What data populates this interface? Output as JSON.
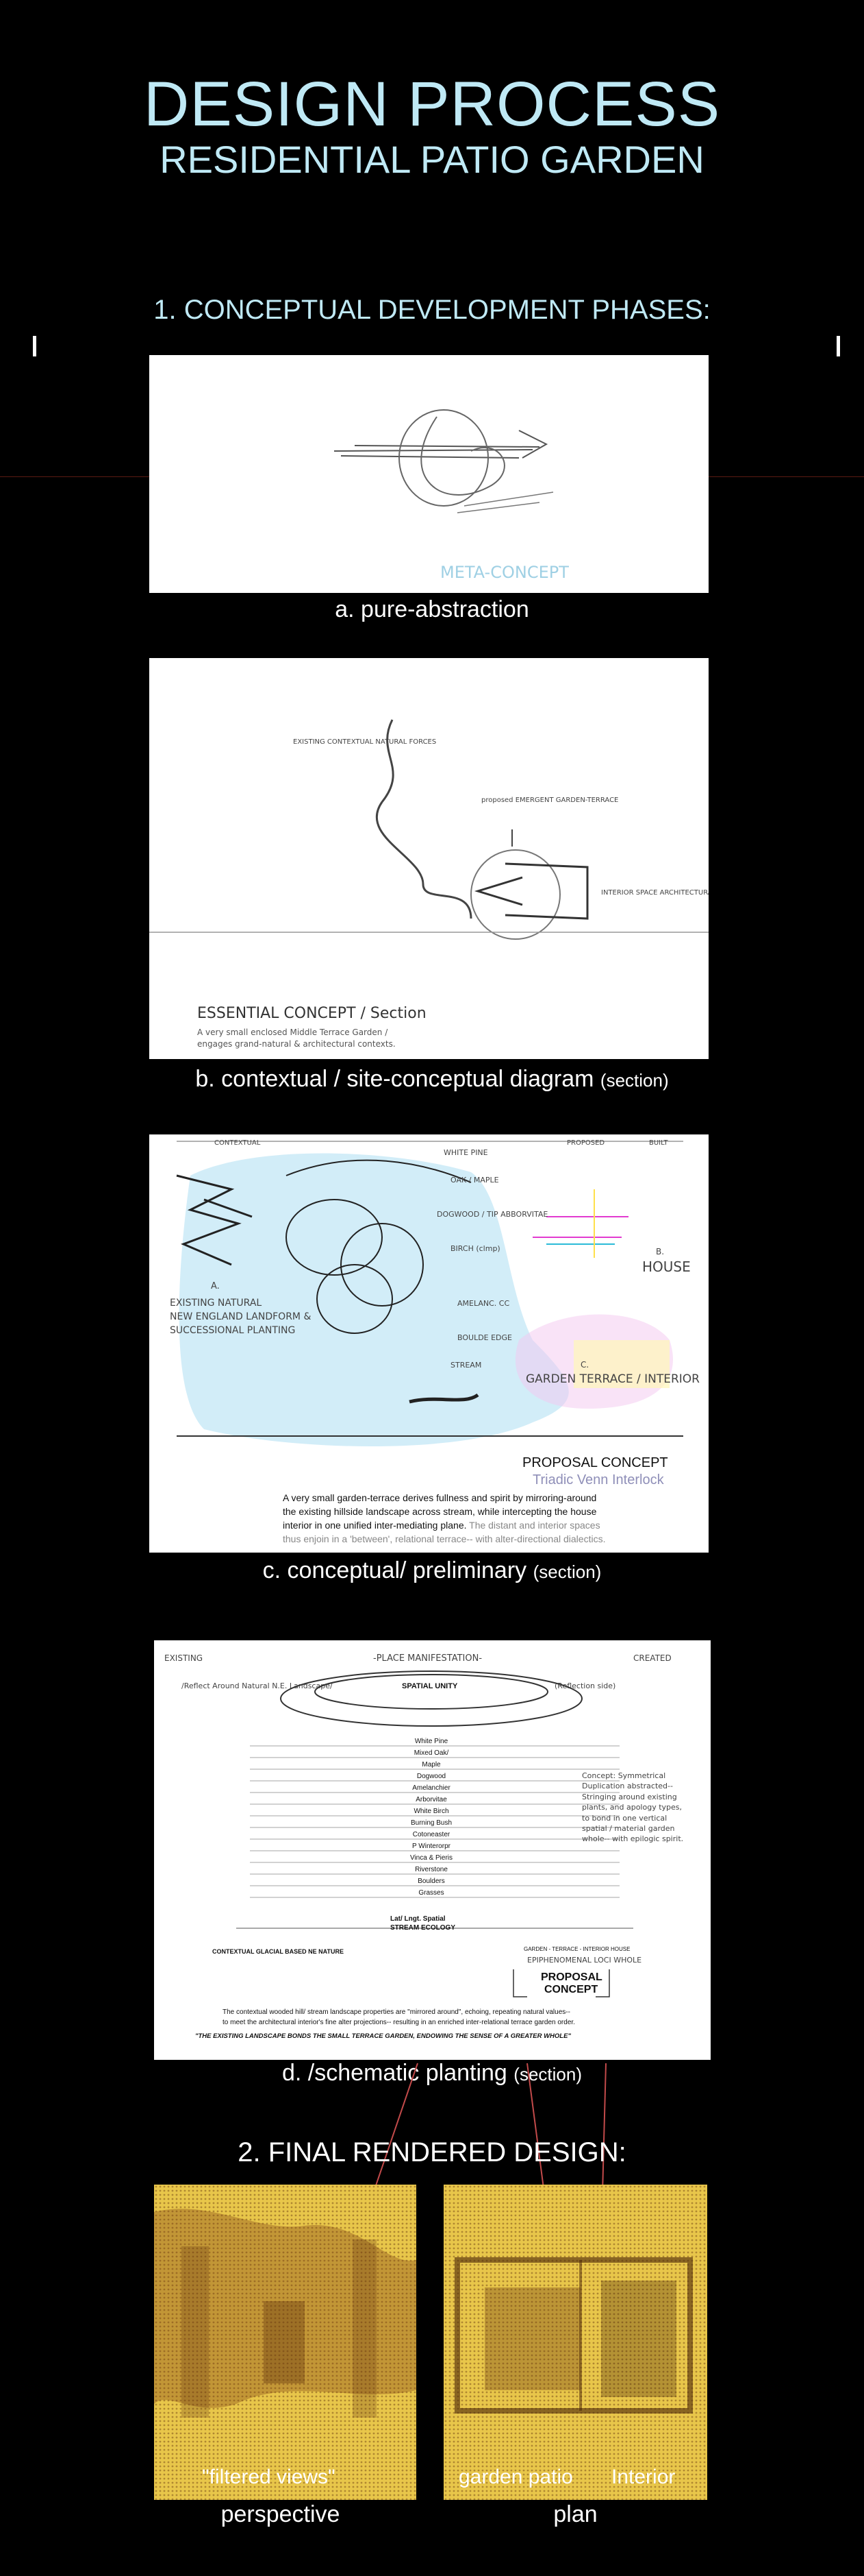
{
  "header": {
    "title": "DESIGN PROCESS",
    "subtitle": "RESIDENTIAL PATIO GARDEN"
  },
  "section1": {
    "heading": "1. CONCEPTUAL DEVELOPMENT PHASES:",
    "panel_a": {
      "sketch_label": "META-CONCEPT",
      "caption": "a.  pure-abstraction"
    },
    "panel_b": {
      "note_existing": "EXISTING CONTEXTUAL NATURAL FORCES",
      "note_proposed": "proposed EMERGENT GARDEN-TERRACE",
      "note_interior": "INTERIOR SPACE ARCHITECTURAL FORCES",
      "essential_title": "ESSENTIAL CONCEPT / Section",
      "essential_line1": "A very small enclosed Middle Terrace Garden /",
      "essential_line2": "engages grand-natural & architectural contexts.",
      "caption_main": "b. contextual / site-conceptual diagram",
      "caption_note": "(section)"
    },
    "panel_c": {
      "top_left": "CONTEXTUAL",
      "top_mid": "PROPOSED",
      "top_right": "BUILT",
      "labels": [
        "WHITE PINE",
        "OAK / MAPLE",
        "DOGWOOD / TIP ABBORVITAE",
        "BIRCH (clmp)",
        "AMELANC. CC",
        "BOULDE EDGE",
        "STREAM"
      ],
      "a_label": "A.",
      "a_text1": "EXISTING NATURAL",
      "a_text2": "NEW ENGLAND LANDFORM &",
      "a_text3": "SUCCESSIONAL PLANTING",
      "b_label": "B.",
      "b_text": "HOUSE",
      "c_label": "C.",
      "c_text": "GARDEN TERRACE / INTERIOR",
      "proposal_title": "PROPOSAL CONCEPT",
      "proposal_sub": "Triadic Venn Interlock",
      "para1": "A very small garden-terrace derives fullness and spirit by mirroring-around",
      "para2": "the existing hillside landscape across stream, while intercepting the house",
      "para3_a": "interior in one unified inter-mediating plane.",
      "para3_b": " The distant and interior spaces",
      "para4": "thus enjoin in a 'between', relational terrace-- with alter-directional dialectics.",
      "caption_main": "c. conceptual/ preliminary",
      "caption_note": "(section)"
    },
    "panel_d": {
      "existing": "EXISTING",
      "manifest": "-PLACE MANIFESTATION-",
      "created": "CREATED",
      "reflect": "/Reflect Around Natural N.E. Landscape/",
      "reflection_side": "(Reflection side)",
      "spatial_unity": "SPATIAL UNITY",
      "plants": [
        "White Pine",
        "Mixed Oak/",
        "Maple",
        "Dogwood",
        "Amelanchier",
        "Arborvitae",
        "White Birch",
        "Burning Bush",
        "Cotoneaster",
        "P Winterorpr",
        "Vinca & Pieris",
        "Riverstone",
        "Boulders",
        "Grasses"
      ],
      "lat_long": "Lat/ Lngt. Spatial",
      "stream_ecology": "STREAM ECOLOGY",
      "concept_note": "Concept: Symmetrical Duplication abstracted-- Stringing around existing plants, and apology types, to bond in one vertical spatial / material garden whole-- with epilogic spirit.",
      "contextual_glacial": "CONTEXTUAL GLACIAL BASED NE NATURE",
      "garden_terrace": "GARDEN - TERRACE - INTERIOR HOUSE",
      "epiphenomenal": "EPIPHENOMENAL LOCI WHOLE",
      "proposal": "PROPOSAL",
      "concept": "CONCEPT",
      "para1": "The contextual wooded hill/ stream landscape properties are \"mirrored around\", echoing, repeating natural values--",
      "para2": "to meet the architectural interior's fine alter projections-- resulting in an enriched inter-relational terrace garden order.",
      "para3": "\"THE EXISTING LANDSCAPE BONDS THE SMALL TERRACE GARDEN, ENDOWING THE SENSE OF A GREATER WHOLE\"",
      "caption_main": "d.   /schematic planting",
      "caption_note": "(section)"
    }
  },
  "section2": {
    "heading": "2.  FINAL RENDERED DESIGN:",
    "left": {
      "label": "\"filtered views\"",
      "caption": "perspective"
    },
    "right": {
      "label_a": "garden patio",
      "label_b": "Interior",
      "caption": "plan"
    }
  },
  "colors": {
    "title": "#bfe9f5",
    "background": "#000000",
    "render_yellow": "#e8c64a",
    "sketch_blue": "#bfe6f5"
  }
}
